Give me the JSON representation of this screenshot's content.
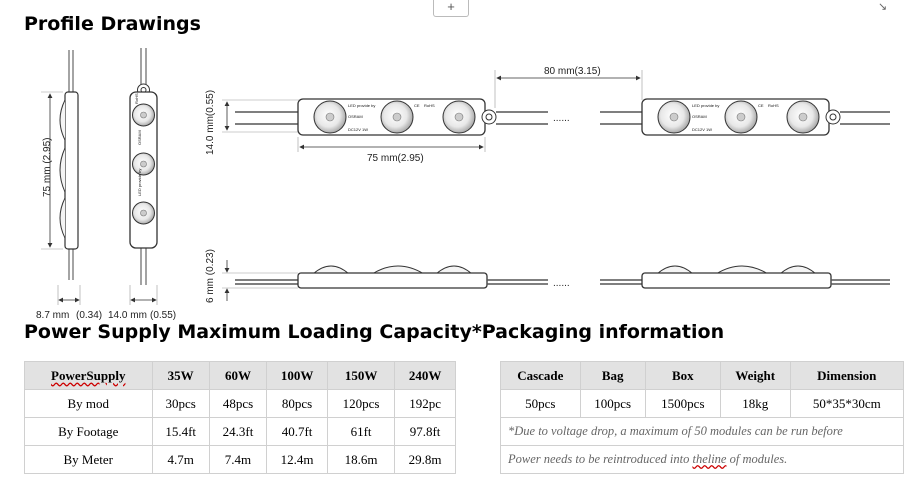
{
  "ui": {
    "add_button": "+",
    "expand_icon": "↘"
  },
  "titles": {
    "profile": "Profile Drawings",
    "power": "Power Supply Maximum Loading Capacity*Packaging information"
  },
  "dims": {
    "side_height": "75 mm (2.95)",
    "side_w1": "8.7 mm",
    "side_w1_in": "(0.34)",
    "side_w2": "14.0 mm",
    "side_w2_in": "(0.55)",
    "front_height": "14.0 mm(0.55)",
    "pitch": "80 mm(3.15)",
    "module_len": "75 mm(2.95)",
    "thickness": "6 mm (0.23)",
    "ellipsis": "......"
  },
  "module_label": {
    "line1": "LED provide by",
    "brand": "OSRAM",
    "spec": "DC12V 1W",
    "cert1": "CE",
    "cert2": "RoHS"
  },
  "power_table": {
    "headers": [
      "PowerSupply",
      "35W",
      "60W",
      "100W",
      "150W",
      "240W"
    ],
    "rows": [
      [
        "By mod",
        "30pcs",
        "48pcs",
        "80pcs",
        "120pcs",
        "192pc"
      ],
      [
        "By Footage",
        "15.4ft",
        "24.3ft",
        "40.7ft",
        "61ft",
        "97.8ft"
      ],
      [
        "By Meter",
        "4.7m",
        "7.4m",
        "12.4m",
        "18.6m",
        "29.8m"
      ]
    ]
  },
  "pack_table": {
    "headers": [
      "Cascade",
      "Bag",
      "Box",
      "Weight",
      "Dimension"
    ],
    "row": [
      "50pcs",
      "100pcs",
      "1500pcs",
      "18kg",
      "50*35*30cm"
    ],
    "note1": "*Due to voltage drop, a maximum of 50 modules can be run before",
    "note2_pre": "Power needs to be reintroduced into ",
    "note2_word": "theline",
    "note2_post": " of modules."
  }
}
